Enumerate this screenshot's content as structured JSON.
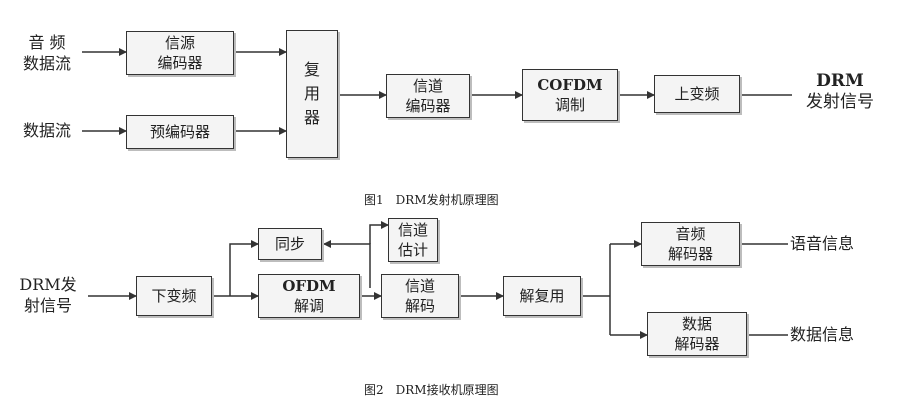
{
  "fig1": {
    "caption": "图1　DRM发射机原理图",
    "inputs": [
      {
        "line1": "音  频",
        "line2": "数据流"
      },
      {
        "line1": "数据流",
        "line2": ""
      }
    ],
    "blocks": {
      "source_coder": {
        "line1": "信源",
        "line2": "编码器"
      },
      "pre_coder": {
        "line1": "预编码器",
        "line2": ""
      },
      "mux": {
        "line1": "复",
        "line2": "用",
        "line3": "器"
      },
      "channel_coder": {
        "line1": "信道",
        "line2": "编码器"
      },
      "cofdm_mod": {
        "line1": "COFDM",
        "line2": "调制"
      },
      "upconvert": {
        "line1": "上变频",
        "line2": ""
      }
    },
    "output": {
      "line1": "DRM",
      "line2": "发射信号"
    }
  },
  "fig2": {
    "caption": "图2　DRM接收机原理图",
    "input": {
      "line1": "DRM发",
      "line2": "射信号"
    },
    "blocks": {
      "downconvert": {
        "line1": "下变频",
        "line2": ""
      },
      "sync": {
        "line1": "同步",
        "line2": ""
      },
      "ofdm_demod": {
        "line1": "OFDM",
        "line2": "解调"
      },
      "channel_est": {
        "line1": "信道",
        "line2": "估计"
      },
      "channel_dec": {
        "line1": "信道",
        "line2": "解码"
      },
      "demux": {
        "line1": "解复用",
        "line2": ""
      },
      "audio_dec": {
        "line1": "音频",
        "line2": "解码器"
      },
      "data_dec": {
        "line1": "数据",
        "line2": "解码器"
      }
    },
    "outputs": {
      "voice": "语音信息",
      "data": "数据信息"
    }
  }
}
